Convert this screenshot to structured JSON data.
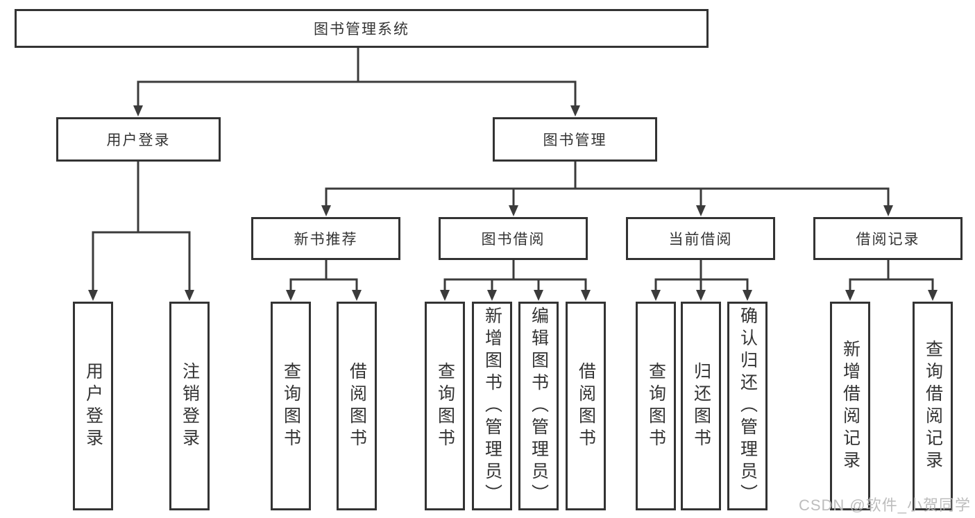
{
  "colors": {
    "ink": "#333333",
    "connector": "#3b3b3b",
    "watermark": "#b9b9b9",
    "background": "#ffffff"
  },
  "watermark": "CSDN @软件_小贺同学",
  "tree": {
    "root": "图书管理系统",
    "branches": [
      {
        "label": "用户登录",
        "children": [
          "用户登录",
          "注销登录"
        ]
      },
      {
        "label": "图书管理",
        "groups": [
          {
            "label": "新书推荐",
            "children": [
              "查询图书",
              "借阅图书"
            ]
          },
          {
            "label": "图书借阅",
            "children": [
              "查询图书",
              "新增图书（管理员）",
              "编辑图书（管理员）",
              "借阅图书"
            ]
          },
          {
            "label": "当前借阅",
            "children": [
              "查询图书",
              "归还图书",
              "确认归还（管理员）"
            ]
          },
          {
            "label": "借阅记录",
            "children": [
              "新增借阅记录",
              "查询借阅记录"
            ]
          }
        ]
      }
    ]
  }
}
